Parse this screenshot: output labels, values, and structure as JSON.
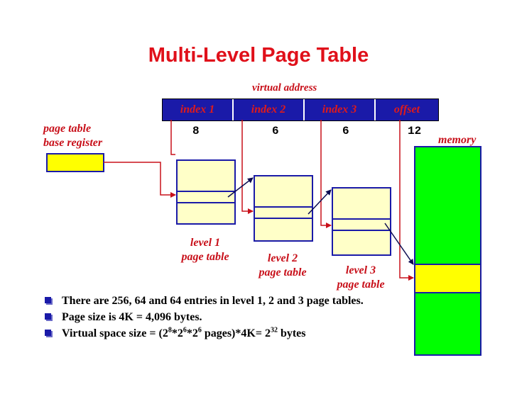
{
  "title": "Multi-Level Page Table",
  "virtual_address": {
    "label": "virtual address",
    "fields": [
      {
        "label": "index 1",
        "bits": "8"
      },
      {
        "label": "index 2",
        "bits": "6"
      },
      {
        "label": "index 3",
        "bits": "6"
      },
      {
        "label": "offset",
        "bits": "12"
      }
    ]
  },
  "page_table_base_register": {
    "line1": "page table",
    "line2": "base register"
  },
  "memory_label": "memory",
  "tables": [
    {
      "line1": "level 1",
      "line2": "page table"
    },
    {
      "line1": "level 2",
      "line2": "page table"
    },
    {
      "line1": "level 3",
      "line2": "page table"
    }
  ],
  "bullets": {
    "b1": "There are 256, 64 and 64 entries in level 1, 2 and 3 page tables.",
    "b2": "Page size is 4K = 4,096 bytes.",
    "b3_prefix": "Virtual space size = (2",
    "b3_e1": "8",
    "b3_t1": "*2",
    "b3_e2": "6",
    "b3_t2": "*2",
    "b3_e3": "6",
    "b3_t3": " pages)*4K= 2",
    "b3_e4": "32",
    "b3_t4": " bytes"
  },
  "colors": {
    "accent_red": "#c8101a",
    "register_yellow": "#ffff00",
    "table_yellow": "#ffffc8",
    "memory_green": "#00ff00",
    "line_blue": "#1a1aa8",
    "arrow_dark": "#0a0a50"
  }
}
